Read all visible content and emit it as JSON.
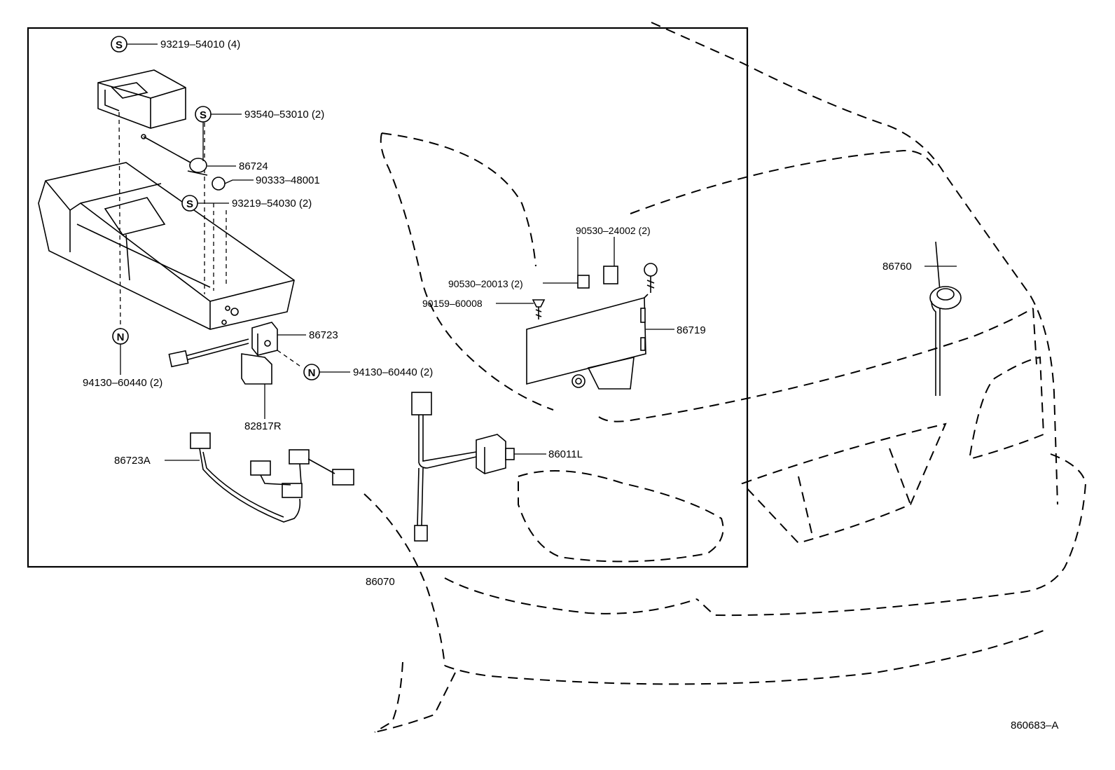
{
  "diagram": {
    "figure_code": "860683–A",
    "symbols": {
      "s": "S",
      "n": "N"
    },
    "callouts": {
      "c_93219_54010": "93219–54010 (4)",
      "c_93540_53010": "93540–53010 (2)",
      "c_86724": "86724",
      "c_90333_48001": "90333–48001",
      "c_93219_54030": "93219–54030 (2)",
      "c_86723": "86723",
      "c_94130_60440_left": "94130–60440 (2)",
      "c_94130_60440_right": "94130–60440 (2)",
      "c_82817R": "82817R",
      "c_86723A": "86723A",
      "c_86070": "86070",
      "c_90530_24002": "90530–24002 (2)",
      "c_90530_20013": "90530–20013 (2)",
      "c_90159_60008": "90159–60008",
      "c_86719": "86719",
      "c_86011L": "86011L",
      "c_86760": "86760"
    }
  }
}
